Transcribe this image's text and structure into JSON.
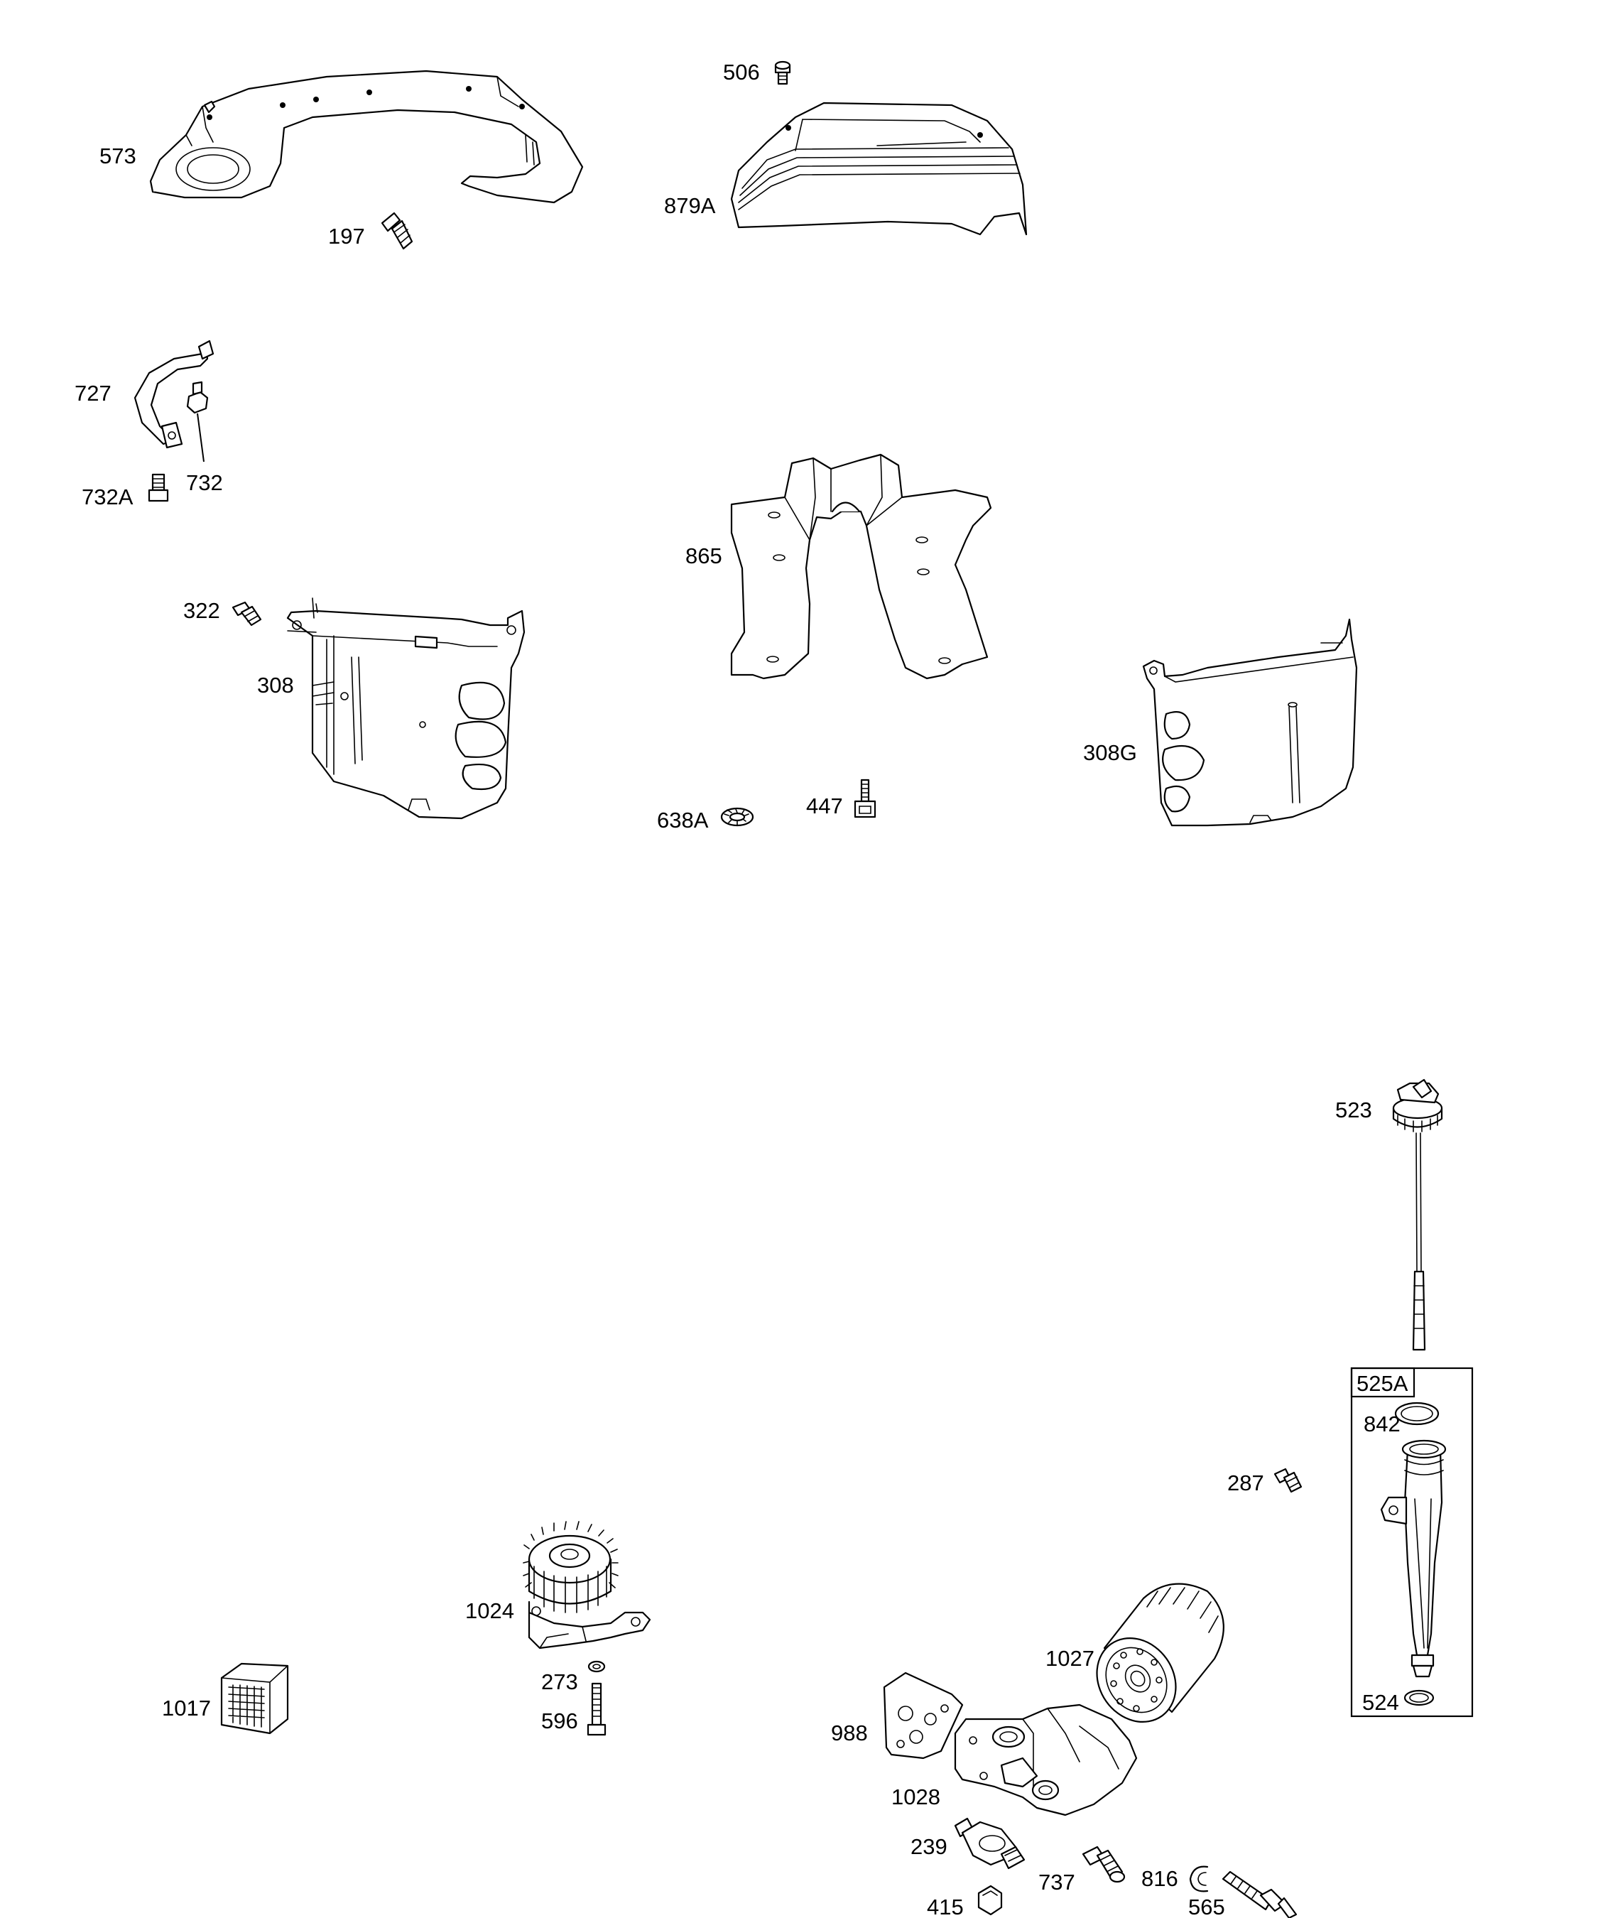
{
  "parts": [
    {
      "id": "part-573",
      "label": "573"
    },
    {
      "id": "part-197",
      "label": "197"
    },
    {
      "id": "part-506",
      "label": "506"
    },
    {
      "id": "part-879a",
      "label": "879A"
    },
    {
      "id": "part-727",
      "label": "727"
    },
    {
      "id": "part-732a",
      "label": "732A"
    },
    {
      "id": "part-732",
      "label": "732"
    },
    {
      "id": "part-865",
      "label": "865"
    },
    {
      "id": "part-322",
      "label": "322"
    },
    {
      "id": "part-308",
      "label": "308"
    },
    {
      "id": "part-308g",
      "label": "308G"
    },
    {
      "id": "part-638a",
      "label": "638A"
    },
    {
      "id": "part-447",
      "label": "447"
    },
    {
      "id": "part-523",
      "label": "523"
    },
    {
      "id": "part-525a",
      "label": "525A"
    },
    {
      "id": "part-842",
      "label": "842"
    },
    {
      "id": "part-287",
      "label": "287"
    },
    {
      "id": "part-524",
      "label": "524"
    },
    {
      "id": "part-1024",
      "label": "1024"
    },
    {
      "id": "part-273",
      "label": "273"
    },
    {
      "id": "part-596",
      "label": "596"
    },
    {
      "id": "part-1017",
      "label": "1017"
    },
    {
      "id": "part-1027",
      "label": "1027"
    },
    {
      "id": "part-988",
      "label": "988"
    },
    {
      "id": "part-1028",
      "label": "1028"
    },
    {
      "id": "part-239",
      "label": "239"
    },
    {
      "id": "part-737",
      "label": "737"
    },
    {
      "id": "part-816",
      "label": "816"
    },
    {
      "id": "part-415",
      "label": "415"
    },
    {
      "id": "part-565",
      "label": "565"
    }
  ]
}
